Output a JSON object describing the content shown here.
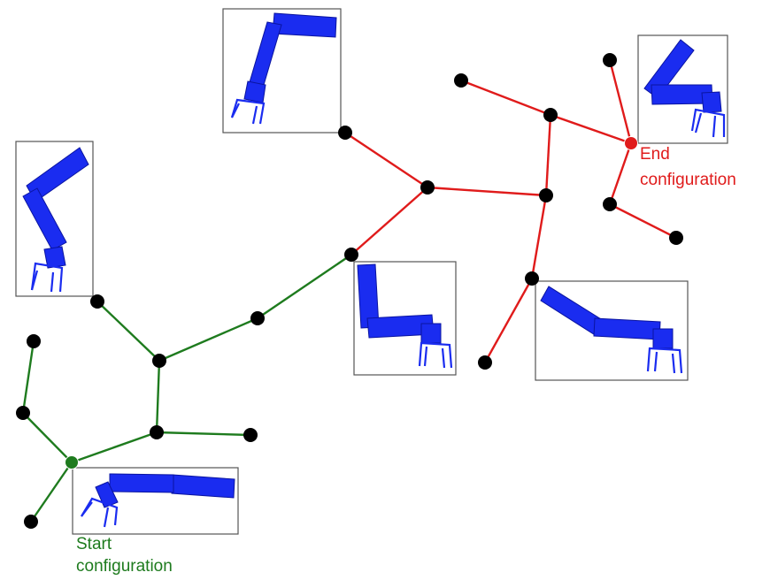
{
  "colors": {
    "start_tree": "#1e7b1e",
    "end_tree": "#e01b1b",
    "node": "#000000",
    "start_node": "#1e7b1e",
    "end_node": "#e01b1b",
    "robot": "#1a2cf0",
    "robot_dark": "#0a14a0",
    "frame": "#555555"
  },
  "labels": {
    "start_line1": "Start",
    "start_line2": "configuration",
    "end_line1": "End",
    "end_line2": "configuration"
  },
  "icons": {
    "robot_arm_snapshot": "robot-arm-icon"
  }
}
